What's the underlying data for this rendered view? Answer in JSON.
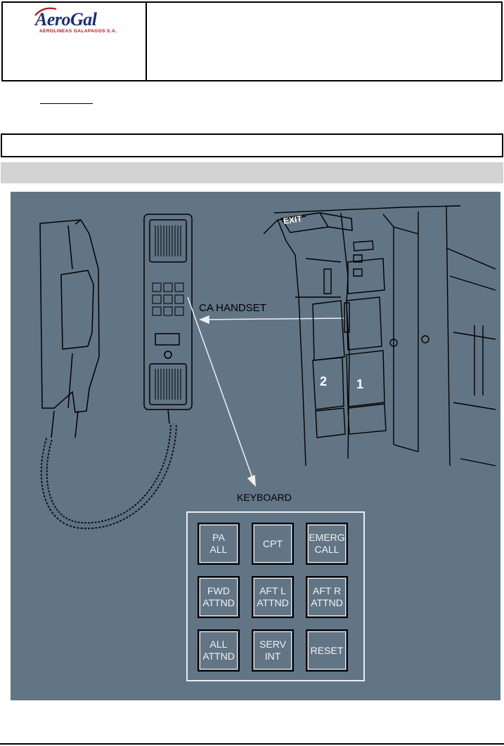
{
  "header": {
    "logo_name": "AeroGal",
    "logo_subtitle": "AEROLINEAS GALAPAGOS S.A.",
    "brand_colors": {
      "navy": "#1c2d7a",
      "red": "#b3141b"
    }
  },
  "figure": {
    "background": "#627585",
    "labels": {
      "ca_handset": "CA HANDSET",
      "keyboard": "KEYBOARD",
      "exit": "EXIT",
      "station_1": "1",
      "station_2": "2"
    },
    "keys": [
      [
        "PA\nALL",
        "CPT",
        "EMERG\nCALL"
      ],
      [
        "FWD\nATTND",
        "AFT L\nATTND",
        "AFT R\nATTND"
      ],
      [
        "ALL\nATTND",
        "SERV\nINT",
        "RESET"
      ]
    ]
  }
}
